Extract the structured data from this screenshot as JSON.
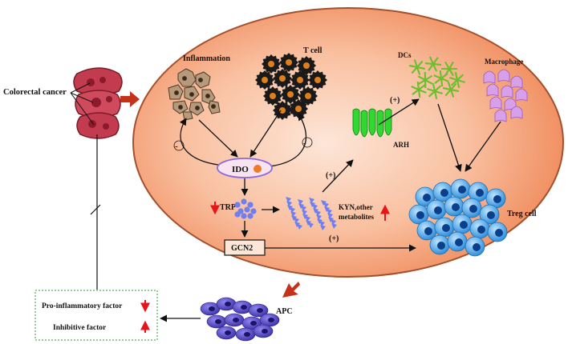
{
  "labels": {
    "colorectal_cancer": "Colorectal cancer",
    "inflammation": "Inflammation",
    "t_cell": "T cell",
    "dcs": "DCs",
    "macrophage": "Macrophage",
    "ido": "IDO",
    "arh": "ARH",
    "trp": "TRP",
    "kyn_line1": "KYN,other",
    "kyn_line2": "metabolites",
    "treg_cell": "Treg cell",
    "gcn2": "GCN2",
    "apc": "APC",
    "pro_inflammatory": "Pro-inflammatory factor",
    "inhibitive": "Inhibitive factor"
  },
  "signs": {
    "minus_left": "-",
    "minus_right": "-",
    "plus_arh": "(+)",
    "plus_dcs": "(+)",
    "plus_gcn2": "(+)"
  },
  "colors": {
    "ellipse_fill_center": "#fbd8c4",
    "ellipse_fill_edge": "#f08a5d",
    "tcell_dark": "#1a1a1a",
    "tcell_core": "#e07f1a",
    "inflammation_cell": "#b79a7a",
    "dcs_green": "#8cd64b",
    "macrophage": "#d9a0ea",
    "arh_green": "#2fd92f",
    "molecule_blue": "#6f7ff0",
    "treg_blue": "#3aa0e6",
    "apc_purple": "#5a4fc8",
    "up_down_arrow_red": "#e8141a",
    "organ_red": "#c23b4e",
    "block_arrow": "#c4321a"
  }
}
